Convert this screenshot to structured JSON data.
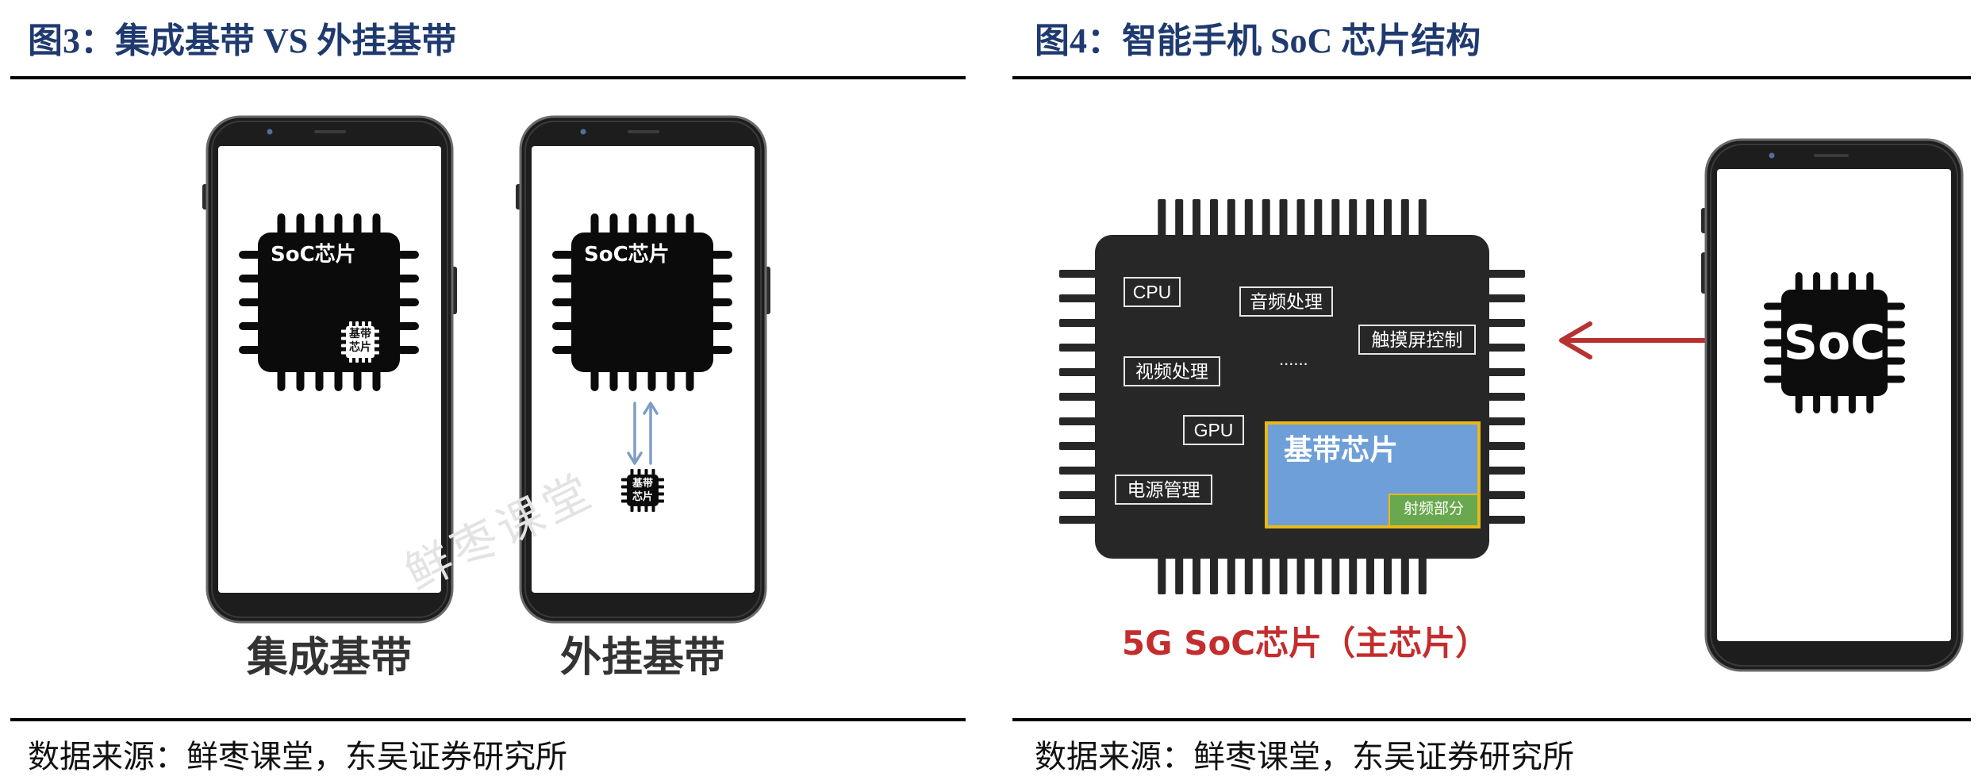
{
  "figure3": {
    "title": "图3：集成基带 VS 外挂基带",
    "source": "数据来源：鲜枣课堂，东吴证券研究所",
    "watermark": "鲜枣课堂",
    "integrated": {
      "soc_label": "SoC芯片",
      "baseband_line1": "基带",
      "baseband_line2": "芯片",
      "caption": "集成基带"
    },
    "external": {
      "soc_label": "SoC芯片",
      "baseband_line1": "基带",
      "baseband_line2": "芯片",
      "caption": "外挂基带"
    }
  },
  "figure4": {
    "title": "图4：智能手机 SoC 芯片结构",
    "source": "数据来源：鲜枣课堂，东吴证券研究所",
    "blocks": {
      "cpu": "CPU",
      "audio": "音频处理",
      "touch": "触摸屏控制",
      "video": "视频处理",
      "ellipsis": "......",
      "gpu": "GPU",
      "power": "电源管理"
    },
    "baseband": "基带芯片",
    "rf": "射频部分",
    "caption": "5G SoC芯片（主芯片）",
    "phone_chip": "SoC"
  },
  "colors": {
    "title": "#1f3a6f",
    "caption_red": "#c42d2d",
    "baseband_block": "#6f9fd8",
    "baseband_border": "#e8b818",
    "rf_block": "#6aa84f",
    "direction_arrow": "#b73230",
    "link_arrow": "#7e9ec6",
    "watermark": "#e3e3e3"
  }
}
